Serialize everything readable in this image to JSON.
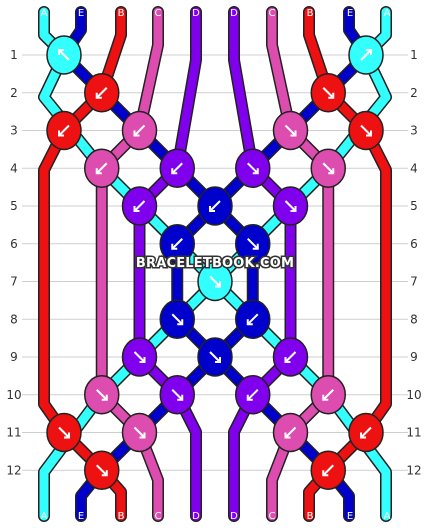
{
  "colors": {
    "A": "#33ffff",
    "E": "#0000cc",
    "B": "#ee1111",
    "C": "#dd4db0",
    "D": "#8000ee"
  },
  "strings_top": [
    "A",
    "E",
    "B",
    "C",
    "D",
    "D",
    "C",
    "B",
    "E",
    "A"
  ],
  "strings_bottom": [
    "A",
    "E",
    "B",
    "C",
    "D",
    "D",
    "C",
    "B",
    "E",
    "A"
  ],
  "row_numbers": [
    "1",
    "2",
    "3",
    "4",
    "5",
    "6",
    "7",
    "8",
    "9",
    "10",
    "11",
    "12"
  ],
  "watermark": "BRACELETBOOK.COM",
  "knots": [
    {
      "row": 1,
      "col": 0,
      "color": "A",
      "dir": "nw"
    },
    {
      "row": 1,
      "col": 8,
      "color": "A",
      "dir": "ne"
    },
    {
      "row": 2,
      "col": 1,
      "color": "B",
      "dir": "sw"
    },
    {
      "row": 2,
      "col": 7,
      "color": "B",
      "dir": "se"
    },
    {
      "row": 3,
      "col": 0,
      "color": "B",
      "dir": "sw"
    },
    {
      "row": 3,
      "col": 2,
      "color": "C",
      "dir": "sw"
    },
    {
      "row": 3,
      "col": 6,
      "color": "C",
      "dir": "se"
    },
    {
      "row": 3,
      "col": 8,
      "color": "B",
      "dir": "se"
    },
    {
      "row": 4,
      "col": 1,
      "color": "C",
      "dir": "sw"
    },
    {
      "row": 4,
      "col": 3,
      "color": "D",
      "dir": "sw"
    },
    {
      "row": 4,
      "col": 5,
      "color": "D",
      "dir": "se"
    },
    {
      "row": 4,
      "col": 7,
      "color": "C",
      "dir": "se"
    },
    {
      "row": 5,
      "col": 2,
      "color": "D",
      "dir": "sw"
    },
    {
      "row": 5,
      "col": 4,
      "color": "E",
      "dir": "sw"
    },
    {
      "row": 5,
      "col": 6,
      "color": "D",
      "dir": "se"
    },
    {
      "row": 6,
      "col": 3,
      "color": "E",
      "dir": "sw"
    },
    {
      "row": 6,
      "col": 5,
      "color": "E",
      "dir": "se"
    },
    {
      "row": 7,
      "col": 4,
      "color": "A",
      "dir": "se"
    },
    {
      "row": 8,
      "col": 3,
      "color": "E",
      "dir": "se"
    },
    {
      "row": 8,
      "col": 5,
      "color": "E",
      "dir": "sw"
    },
    {
      "row": 9,
      "col": 2,
      "color": "D",
      "dir": "se"
    },
    {
      "row": 9,
      "col": 4,
      "color": "E",
      "dir": "se"
    },
    {
      "row": 9,
      "col": 6,
      "color": "D",
      "dir": "sw"
    },
    {
      "row": 10,
      "col": 1,
      "color": "C",
      "dir": "se"
    },
    {
      "row": 10,
      "col": 3,
      "color": "D",
      "dir": "se"
    },
    {
      "row": 10,
      "col": 5,
      "color": "D",
      "dir": "sw"
    },
    {
      "row": 10,
      "col": 7,
      "color": "C",
      "dir": "sw"
    },
    {
      "row": 11,
      "col": 0,
      "color": "B",
      "dir": "se"
    },
    {
      "row": 11,
      "col": 2,
      "color": "C",
      "dir": "se"
    },
    {
      "row": 11,
      "col": 6,
      "color": "C",
      "dir": "sw"
    },
    {
      "row": 11,
      "col": 8,
      "color": "B",
      "dir": "sw"
    },
    {
      "row": 12,
      "col": 1,
      "color": "B",
      "dir": "se"
    },
    {
      "row": 12,
      "col": 7,
      "color": "B",
      "dir": "sw"
    }
  ]
}
